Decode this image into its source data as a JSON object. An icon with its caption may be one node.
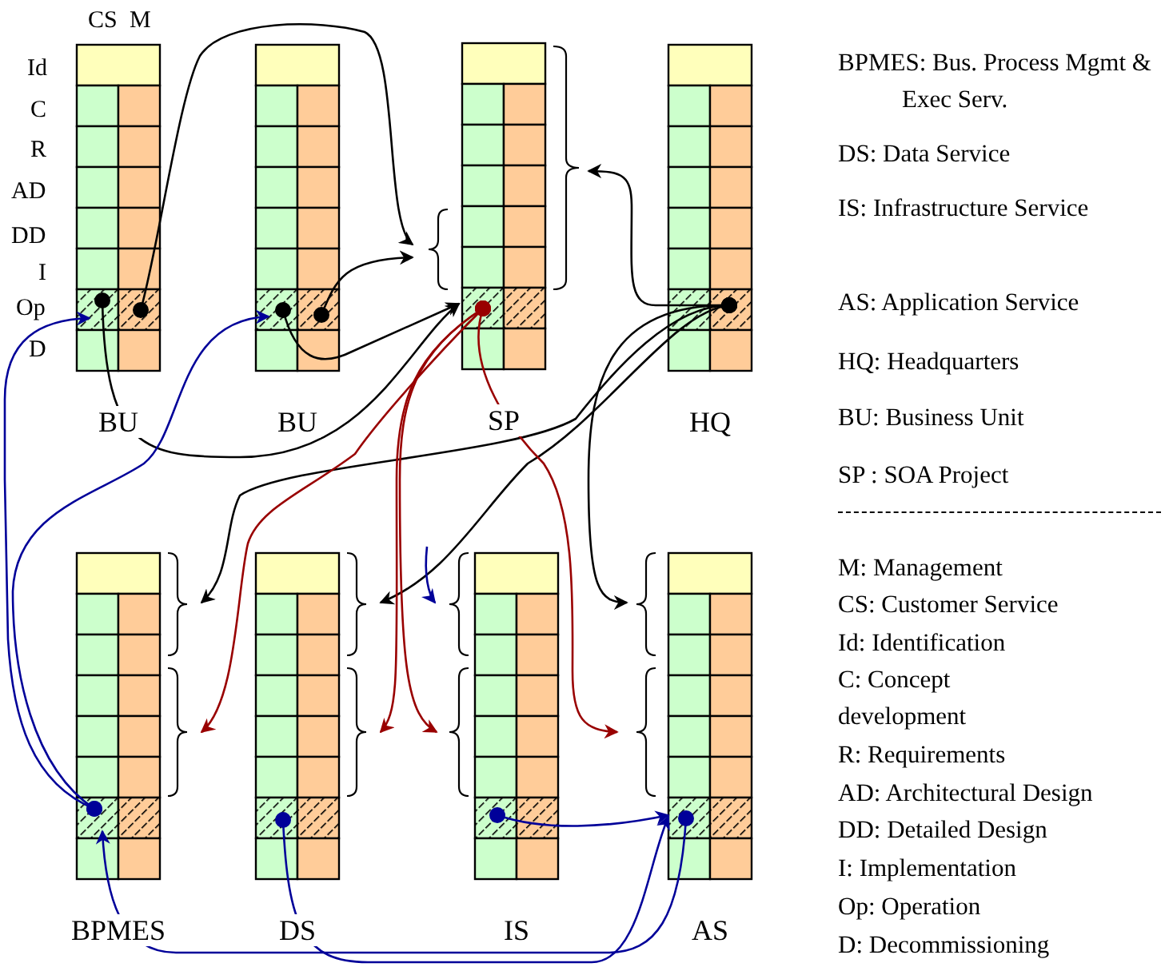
{
  "diagram": {
    "nodes": [
      {
        "text": [
          "BU"
        ]
      },
      {
        "text": [
          "BU"
        ]
      },
      {
        "text": [
          "SP"
        ]
      },
      {
        "text": [
          "HQ"
        ]
      },
      {
        "text": [
          "BPMES"
        ]
      },
      {
        "text": [
          "DS"
        ]
      },
      {
        "text": [
          "IS"
        ]
      },
      {
        "text": [
          "AS"
        ]
      }
    ],
    "edges": [
      {
        "from": 0,
        "to": 2,
        "arrow": "to"
      },
      {
        "from": 0,
        "to": 2,
        "arrow": "to"
      },
      {
        "from": 1,
        "to": 2,
        "arrow": "to"
      },
      {
        "from": 1,
        "to": 2,
        "arrow": "to"
      },
      {
        "from": 3,
        "to": 2,
        "arrow": "to"
      },
      {
        "from": 3,
        "to": 4,
        "arrow": "to"
      },
      {
        "from": 3,
        "to": 5,
        "arrow": "to"
      },
      {
        "from": 3,
        "to": 7,
        "arrow": "to"
      },
      {
        "from": 2,
        "to": 4,
        "arrow": "to",
        "color": "#990000"
      },
      {
        "from": 2,
        "to": 5,
        "arrow": "to",
        "color": "#990000"
      },
      {
        "from": 2,
        "to": 6,
        "arrow": "to",
        "color": "#990000"
      },
      {
        "from": 2,
        "to": 7,
        "arrow": "to",
        "color": "#990000"
      },
      {
        "from": 4,
        "to": 0,
        "arrow": "to",
        "color": "#000099"
      },
      {
        "from": 4,
        "to": 1,
        "arrow": "to",
        "color": "#000099"
      },
      {
        "from": null,
        "to": 6,
        "arrow": "to",
        "color": "#000099"
      },
      {
        "from": 5,
        "to": 7,
        "arrow": "to",
        "color": "#000099"
      },
      {
        "from": 6,
        "to": 7,
        "arrow": "to",
        "color": "#000099"
      },
      {
        "from": 7,
        "to": 4,
        "arrow": "to",
        "color": "#000099"
      }
    ],
    "labels": [
      "CS",
      "M",
      "Id",
      "C",
      "R",
      "AD",
      "DD",
      "I",
      "Op",
      "D",
      "BPMES: Bus. Process Mgmt & Exec Serv.",
      "DS: Data Service",
      "IS: Infrastructure Service",
      "AS: Application Service",
      "HQ: Headquarters",
      "BU: Business Unit",
      "SP : SOA Project",
      "M: Management",
      "CS: Customer Service",
      "Id: Identification",
      "C: Concept development",
      "R: Requirements",
      "AD: Architectural Design",
      "DD: Detailed Design",
      "I: Implementation",
      "Op: Operation",
      "D: Decommissioning"
    ]
  }
}
